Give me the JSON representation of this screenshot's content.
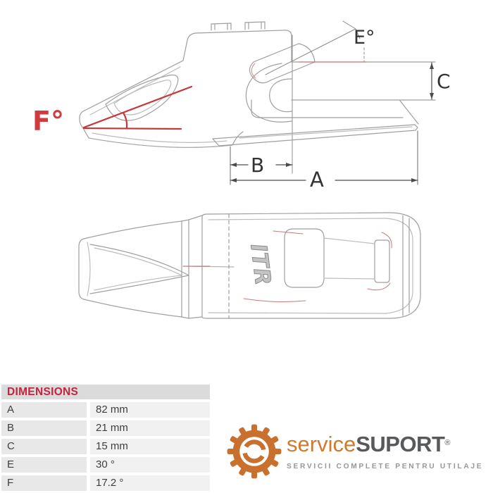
{
  "drawing": {
    "side_view": {
      "labels": {
        "angle_f": "F°",
        "angle_e": "E°",
        "dim_a": "A",
        "dim_b": "B",
        "dim_c": "C"
      }
    },
    "top_view": {
      "part_marking": "ITR"
    },
    "accent_red": "#c5393d",
    "line_grey": "#9f9f9f"
  },
  "table": {
    "header": "DIMENSIONS",
    "header_color": "#c4233f",
    "rows": [
      {
        "label": "A",
        "value": "82 mm"
      },
      {
        "label": "B",
        "value": "21 mm"
      },
      {
        "label": "C",
        "value": "15 mm"
      },
      {
        "label": "E",
        "value": "30 °"
      },
      {
        "label": "F",
        "value": "17.2 °"
      }
    ]
  },
  "logo": {
    "brand_primary": "service",
    "brand_secondary": "SUPORT",
    "registered_mark": "®",
    "tagline": "SERVICII COMPLETE PENTRU UTILAJE",
    "orange": "#cd7231",
    "dark_grey": "#58595b"
  }
}
